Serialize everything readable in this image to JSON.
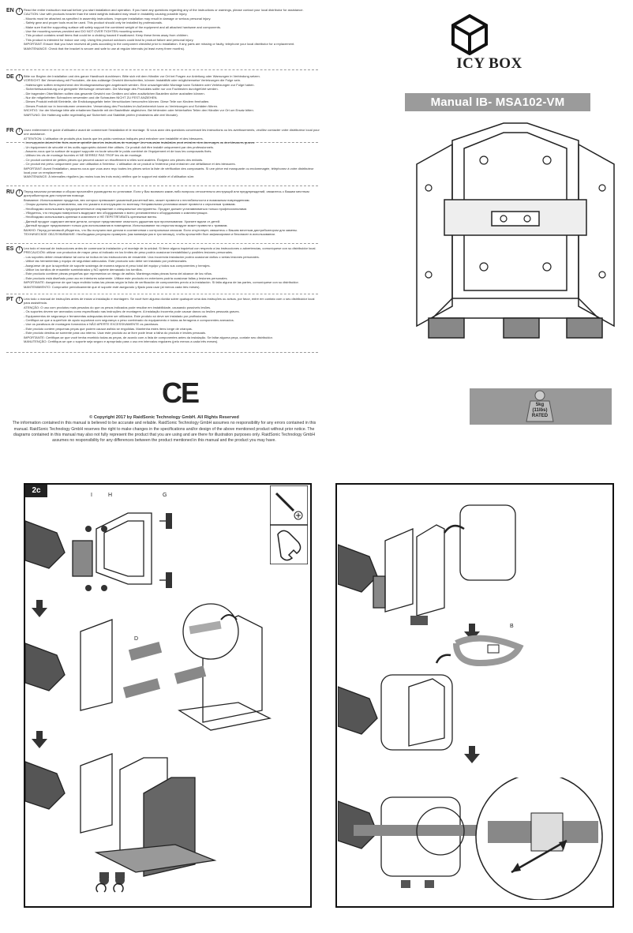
{
  "brand": {
    "logo_text": "ICY BOX"
  },
  "manual": {
    "title": "Manual IB- MSA102-VM"
  },
  "languages": [
    {
      "code": "EN",
      "text": "Read the entire instruction manual before you start installation and operation. If you have any questions regarding any of the instructions or warnings, please contact your local distributor for assistance.\nCAUTION: Use with products heavier than the rated weights indicated may result in instability causing possible injury.\n- Mounts must be attached as specified in assembly instructions. Improper installation may result in damage or serious personal injury.\n- Safety gear and proper tools must be used. This product should only be installed by professionals.\n- Make sure that the supporting surface will safely support the combined weight of the equipment and all attached hardware and components.\n- Use the mounting screws provided and DO NOT OVER TIGHTEN mounting screws.\n- This product contains small items that could be a choking hazard if swallowed. Keep these items away from children.\n- This product is intended for indoor use only. Using this product outdoors could lead to product failure and personal injury.\nIMPORTANT: Ensure that you have received all parts according to the component checklist prior to installation. If any parts are missing or faulty, telephone your local distributor for a replacement.\nMAINTENANCE: Check that the bracket is secure and safe to use at regular intervals (at least every three months)."
    },
    {
      "code": "DE",
      "text": "Bitte vor Beginn der Installation und des ganze Handbuch durchlesen. Bitte sich mit dem Händler vor Ort bei Fragen zur Anleitung oder Warnungen in Verbindung setzen.\nVORSICHT: Bei Verwendung mit Produkten, die das zulässige Gewicht überschreiten, können Instabilität oder möglicherweise Verletzungen die Folge sein.\n- Halterungen sollten entsprechend den Montageanweisungen angebracht werden. Eine unsachgemäße Montage kann Schäden oder Verletzungen zur Folge haben.\n- Sicherheitsausrüstung und geeignete Werkzeuge verwenden. Die Montage des Produktes sollte nur von Fachleuten durchgeführt werden.\n- Die tragenden Oberflächen sollten das gesamte Gewicht von Geräten und allen zusätzlichen Bauteilen sicher aushalten können.\n- Nur die mitgelieferten Schrauben verwenden und die Schrauben NICHT ZU FEST ANZIEHEN.\n- Dieses Produkt enthält Kleinteile, die Erstickungsgefahr beim Verschlucken hervorrufen können. Diese Teile von Kindern fernhalten.\n- Dieses Produkt nur in Innenräumen verwenden. Verwendung des Produktes im Außenbereich kann zu Verletzungen und Schäden führen.\nWICHTIG: Vor der Montage bitte alle erhaltenen Bauteile mit der Bauteilliste abgleichen. Bei fehlenden oder fehlerhaften Teilen den Händler vor Ort um Ersatz bitten.\nWARTUNG: Die Halterung sollte regelmäßig auf Sicherheit und Stabilität prüfen (mindestens alle drei Monate)."
    },
    {
      "code": "FR",
      "text": "Lisez entièrement le guide d'utilisateur avant de commencer l'installation et le montage. Si vous avez des questions concernant les instructions ou les avertissements, veuillez contacter votre distributeur local pour une assistance.\nATTENTION: L'utilisation de produits plus lourds que les poids nominaux indiqués peut entraîner une instabilité et des blessures.\n- Les supports doivent être fixés comme spécifié dans les instructions de montage. Une mauvaise installation peut entraîner des dommages ou des blessures graves.\n- Un équipement de sécurité et les outils appropriés doivent être utilisés. Ce produit doit être installé uniquement par des professionnels.\n- Assurez-vous que la surface de support supporte en toute sécurité le poids combiné de l'équipement et de tous les composants fixés.\n- Utilisez les vis de montage fournies et NE SERREZ PAS TROP les vis de montage.\n- Ce produit contient de petites pièces qui peuvent causer un étouffement si elles sont avalées. Éloignez ces pièces des enfants.\n- Ce produit est prévu uniquement pour une utilisation à l'intérieur. L'utilisation de ce produit à l'extérieur peut entraîner une défaillance et des blessures.\nIMPORTANT: Avant l'installation, assurez-vous que vous avez reçu toutes les pièces selon la liste de vérification des composants. Si une pièce est manquante ou endommagée, téléphonez à votre distributeur local pour un remplacement.\nMAINTENANCE: À intervalles réguliers (au moins tous les trois mois) vérifiez que le support est stable et d'utilisation sûre."
    },
    {
      "code": "RU",
      "text": "Перед началом установки и сборки прочитайте руководство по установке. Если у Вас возникли какие-либо вопросы относительно инструкций или предупреждений, свяжитесь с Вашим местным дистрибьютором для получения помощи.\nВнимание: Использование продуктов, вес которых превышает указанный расчетный вес, может привести к нестабильности и возможным повреждениям.\n- Опоры должны быть установлены, как это указано в инструкциях по монтажу. Неправильная установка может привести к серьезным травмам.\n- Необходимо использовать предохранительное снаряжение и специальные инструменты. Продукт должен устанавливаться только профессионалами.\n- Убедитесь, что несущая поверхность выдержит вес оборудования и всего установленного оборудования и комплектующих.\n- Необходимо использовать крепежи в комплекте и НЕ ПЕРЕТЯГИВАТЬ крепежные винты.\n- Данный продукт содержит мелкие детали, которые представляют опасность удушения при проглатывании. Храните вдали от детей.\n- Данный продукт предназначен только для использования в помещении. Использование на открытом воздухе может привести к травмам.\nВАЖНО: Перед установкой убедитесь, что Вы получили все детали в соответствии с контрольным списком. Если отсутствует, свяжитесь с Вашим местным дистрибьютором для замены.\nТЕХНИЧЕСКОЕ ОБСЛУЖИВАНИЕ: Необходимо регулярно проверять (как минимум раз в три месяца), чтобы кронштейн был зафиксирован и безопасен в использовании."
    },
    {
      "code": "ES",
      "text": "Lea todo el manual de instrucciones antes de comenzar la instalación y el montaje de la unidad. Si tiene alguna inquietud con respecto a las instrucciones o advertencias, comuníquese con su distribuidor local.\nPRECAUCIÓN: utilizar con productos de mayor peso al indicado en los límites de peso podría ocasionar inestabilidad y posibles lesiones personales.\n- Los soportes deben ensamblarse tal como se indica en las instrucciones de ensamble. Una incorrecta instalación podría ocasionar daños o serias lesiones personales.\n- Utilice las herramientas y equipo de seguridad adecuados. Este producto solo debe ser instalado por profesionales.\n- Asegúrese de que la superficie de soporte sostenga de manera segura el peso total del equipo y todos sus componentes y herrajes.\n- Utilice los tornillos de ensamble suministrados y NO apriete demasiado los tornillos.\n- Este producto contiene piezas pequeñas que representan un riesgo de asfixia. Mantenga estas piezas fuera del alcance de los niños.\n- Este producto está diseñado para uso en interiores solamente. Utilizar este producto en exteriores podría ocasionar fallas y lesiones personales.\nIMPORTANTE: Asegúrese de que haya recibido todas las piezas según la lista de verificación de componentes previo a la instalación. Si falta alguna de las partes, comuníquese con su distribuidor.\nMANTENIMIENTO: Compruebe periódicamente que el soporte esté asegurado y fijado para usar (al menos cada tres meses)."
    },
    {
      "code": "PT",
      "text": "Leia todo o manual de instruções antes de iniciar a instalação e montagem. Se você tiver alguma dúvida sobre quaisquer uma das instruções ou avisos, por favor, entre em contato com o seu distribuidor local para assistência.\nATENÇÃO: O uso com produtos mais pesados do que os pesos indicados pode resultar em instabilidade, causando possíveis lesões.\n- Os suportes devem ser anexados como especificado nas instruções de montagem. A instalação incorreta pode causar danos ou lesões pessoais graves.\n- Equipamentos de segurança e ferramentas adequadas devem ser utilizados. Este produto só deve ser instalado por profissionais.\n- Certifique-se que a superfície de apoio suportará com segurança o peso combinado do equipamento e todas as ferragens e componentes anexados.\n- Use os parafusos de montagem fornecidos e NÃO APERTE EXCESSIVAMENTE os parafusos.\n- Este produto contém pequenas peças que podem causar asfixia se engolidas. Mantenha estes itens longe de crianças.\n- Este produto destina-se somente para uso interno. Usar este produto ao ar livre pode levar a falha do produto e lesões pessoais.\nIMPORTANTE: Certifique-se que você tenha recebido todas as peças, de acordo com a lista de componentes antes da instalação. Se faltar alguma peça, contate seu distribuidor.\nMANUTENÇÃO: Certifique-se que o suporte seja seguro e apropriado para o uso em intervalos regulares (pelo menos a cada três meses)."
    }
  ],
  "copyright": {
    "title": "© Copyright 2017 by RaidSonic Technology GmbH. All Rights Reserved",
    "body": "The information contained in this manual is believed to be accurate and reliable. RaidSonic Technology GmbH assumes no responsibility for any errors contained in this manual. RaidSonic Technology GmbH reserves the right to make changes in the specifications and/or design of the above mentioned product without prior notice. The diagrams contained in this manual may also not fully represent the product that you are using and are there for illustration purposes only. RaidSonic Technology GmbH assumes no responsibility for any differences between the product mentioned in this manual and the product you may have."
  },
  "ce_mark": "CE",
  "weight_badge": {
    "line1": "5kg",
    "line2": "(11lbs)",
    "line3": "RATED"
  },
  "step_left": {
    "tag": "2c",
    "labels": {
      "i": "I",
      "h": "H",
      "g": "G",
      "d": "D"
    }
  },
  "step_right": {
    "labels": {
      "b": "B"
    }
  }
}
